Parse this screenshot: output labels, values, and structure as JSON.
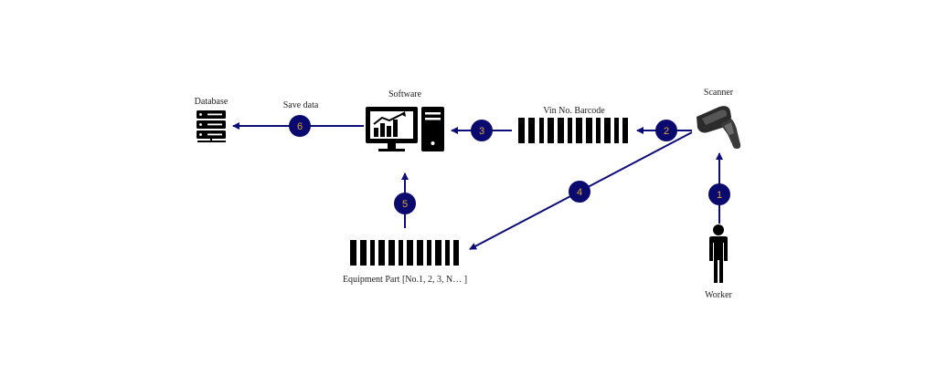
{
  "colors": {
    "arrow": "#0d0d7a",
    "badge_fill": "#0a0a6e",
    "badge_text": "#e0a63a",
    "icon": "#000000",
    "label": "#222222"
  },
  "nodes": {
    "database": {
      "label": "Database",
      "icon": "server-stack-icon"
    },
    "software": {
      "label": "Software",
      "icon": "computer-with-chart-icon"
    },
    "vin_barcode": {
      "label": "Vin No. Barcode",
      "icon": "barcode-icon"
    },
    "scanner": {
      "label": "Scanner",
      "icon": "barcode-scanner-icon"
    },
    "equipment_part": {
      "label": "Equipment Part [No.1, 2, 3, N… ]",
      "icon": "barcode-icon"
    },
    "worker": {
      "label": "Worker",
      "icon": "person-icon"
    }
  },
  "edges": {
    "save_data_label": "Save data"
  },
  "steps": [
    {
      "number": "1",
      "from": "worker",
      "to": "scanner"
    },
    {
      "number": "2",
      "from": "scanner",
      "to": "vin_barcode"
    },
    {
      "number": "3",
      "from": "vin_barcode",
      "to": "software"
    },
    {
      "number": "4",
      "from": "scanner",
      "to": "equipment_part"
    },
    {
      "number": "5",
      "from": "equipment_part",
      "to": "software"
    },
    {
      "number": "6",
      "from": "software",
      "to": "database"
    }
  ]
}
